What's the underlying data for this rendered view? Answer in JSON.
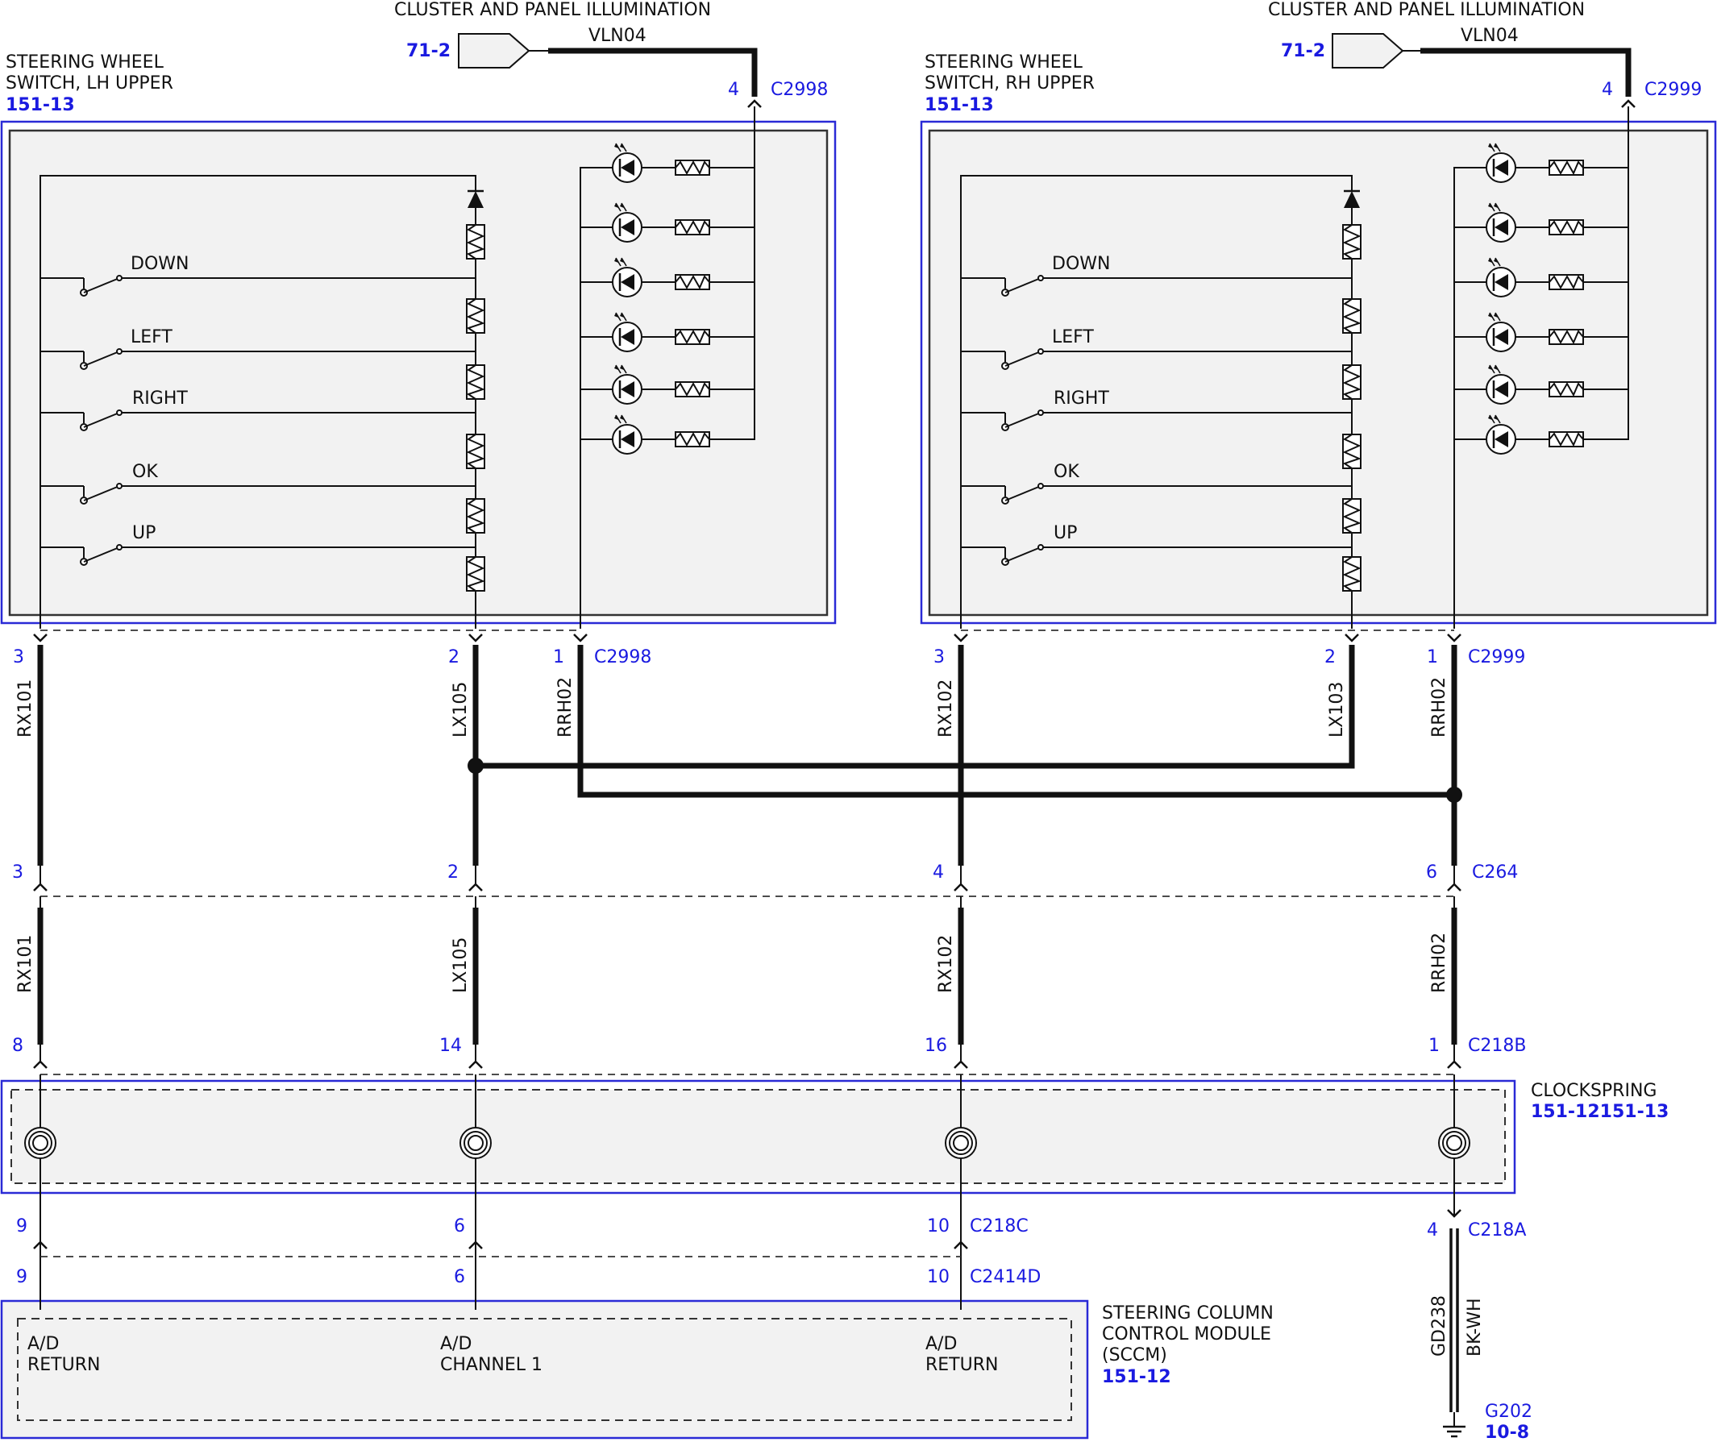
{
  "modules": {
    "lh_switch": {
      "title_line1": "STEERING WHEEL",
      "title_line2": "SWITCH, LH UPPER",
      "ref": "151-13"
    },
    "rh_switch": {
      "title_line1": "STEERING WHEEL",
      "title_line2": "SWITCH, RH UPPER",
      "ref": "151-13"
    },
    "clockspring": {
      "title": "CLOCKSPRING",
      "ref": "151-12151-13"
    },
    "sccm": {
      "title_line1": "STEERING COLUMN",
      "title_line2": "CONTROL MODULE",
      "title_line3": "(SCCM)",
      "ref": "151-12"
    },
    "ground": {
      "name": "G202",
      "ref": "10-8"
    }
  },
  "illumination": {
    "lh": {
      "label": "CLUSTER AND PANEL ILLUMINATION",
      "ref": "71-2",
      "wire": "VLN04",
      "pin": "4",
      "connector": "C2998"
    },
    "rh": {
      "label": "CLUSTER AND PANEL ILLUMINATION",
      "ref": "71-2",
      "wire": "VLN04",
      "pin": "4",
      "connector": "C2999"
    }
  },
  "switches": {
    "down": "DOWN",
    "left": "LEFT",
    "right": "RIGHT",
    "ok": "OK",
    "up": "UP"
  },
  "lh_connector": {
    "name": "C2998",
    "pin_a": "3",
    "pin_b": "2",
    "pin_c": "1"
  },
  "rh_connector": {
    "name": "C2999",
    "pin_a": "3",
    "pin_b": "2",
    "pin_c": "1"
  },
  "wires": {
    "w1": "RX101",
    "w2": "LX105",
    "w3": "RRH02",
    "w4": "RX102",
    "w5": "LX103",
    "w6": "RRH02",
    "w7": "RX101",
    "w8": "LX105",
    "w9": "RX102",
    "w10": "RRH02",
    "ground_wire": "GD238",
    "ground_color": "BK-WH"
  },
  "c264": {
    "name": "C264",
    "pins": [
      "3",
      "2",
      "4",
      "6"
    ]
  },
  "c218b": {
    "name": "C218B",
    "pins": [
      "8",
      "14",
      "16",
      "1"
    ]
  },
  "c218c": {
    "name": "C218C",
    "pins": [
      "9",
      "6",
      "10"
    ]
  },
  "c218a": {
    "name": "C218A",
    "pin": "4"
  },
  "c2414d": {
    "name": "C2414D",
    "pins": [
      "9",
      "6",
      "10"
    ]
  },
  "sccm_inputs": {
    "in1_l1": "A/D",
    "in1_l2": "RETURN",
    "in2_l1": "A/D",
    "in2_l2": "CHANNEL 1",
    "in3_l1": "A/D",
    "in3_l2": "RETURN"
  },
  "colors": {
    "reference_blue": "#1a1ae0",
    "module_border": "#2a2ad6",
    "module_fill": "#f2f2f2"
  }
}
